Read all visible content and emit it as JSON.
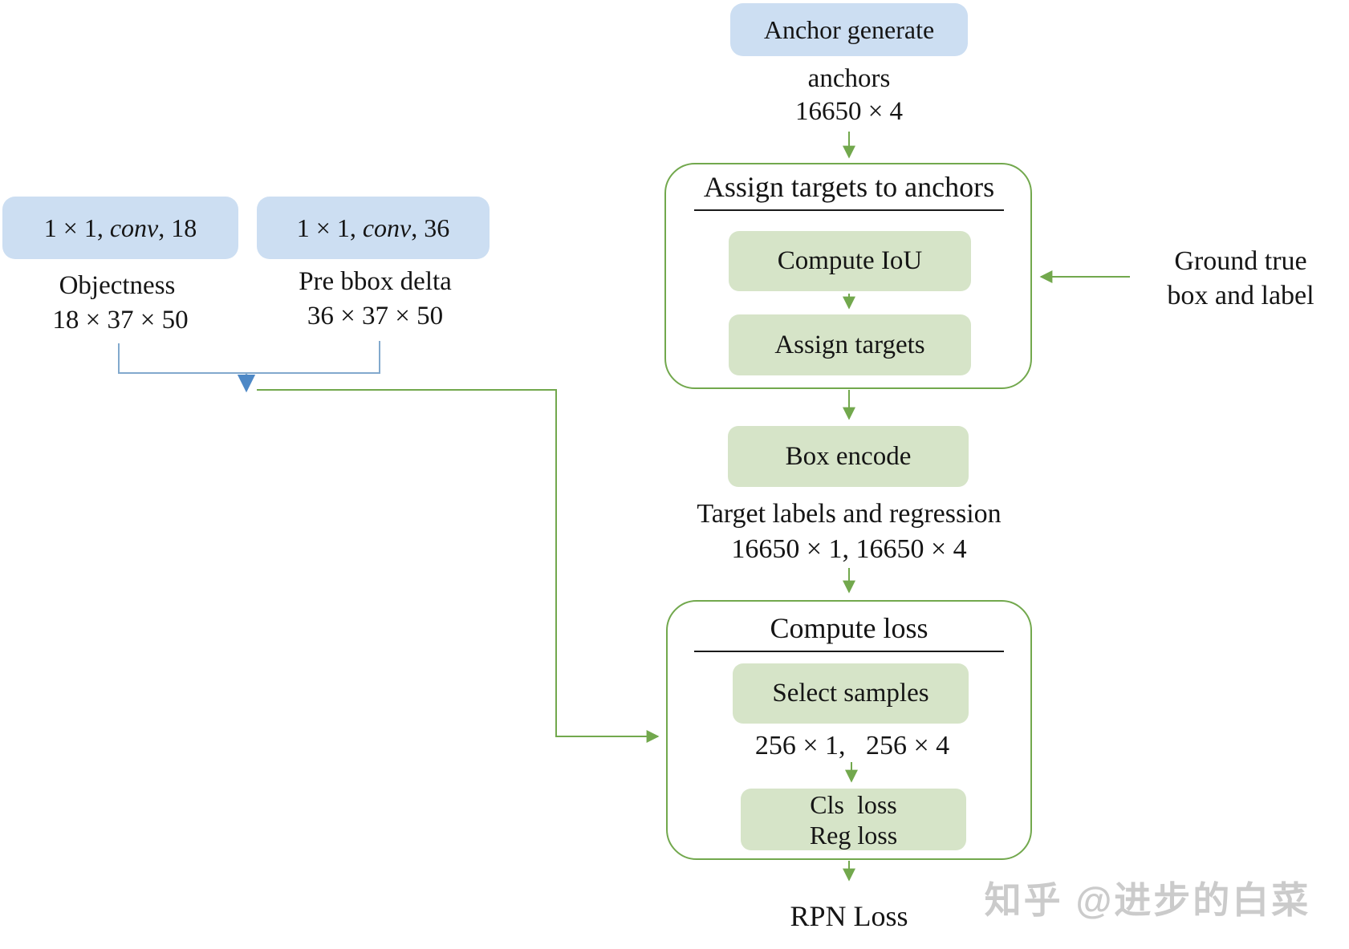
{
  "colors": {
    "box_blue": "#CCDEF2",
    "box_green": "#D6E4C8",
    "line_green": "#72A84D",
    "line_blue": "#82A9CD",
    "arrow_blue": "#4D88C6",
    "text": "#151515",
    "watermark_gray": "#CBCBCB"
  },
  "top": {
    "anchor_generate": "Anchor generate",
    "anchors_label": "anchors",
    "anchors_dim": "16650 × 4"
  },
  "assign_container": {
    "title": "Assign targets to anchors",
    "compute_iou": "Compute IoU",
    "assign_targets": "Assign targets"
  },
  "ground_truth": {
    "line1": "Ground true",
    "line2": "box and label"
  },
  "box_encode": {
    "label": "Box encode",
    "out_line1": "Target labels and regression",
    "out_line2": "16650 × 1, 16650 × 4"
  },
  "loss_container": {
    "title": "Compute loss",
    "select_samples": "Select samples",
    "sample_dims": "256 × 1,   256 × 4",
    "cls_loss": "Cls  loss",
    "reg_loss": "Reg loss"
  },
  "rpn_loss": "RPN Loss",
  "left_branch": {
    "conv18": {
      "pre": "1 × 1, ",
      "mid": "conv",
      "post": ", 18"
    },
    "conv18_label": "Objectness",
    "conv18_dim": "18 × 37 × 50",
    "conv36": {
      "pre": "1 × 1, ",
      "mid": "conv",
      "post": ", 36"
    },
    "conv36_label": "Pre bbox delta",
    "conv36_dim": "36 × 37 × 50"
  },
  "watermark": "知乎 @进步的白菜"
}
